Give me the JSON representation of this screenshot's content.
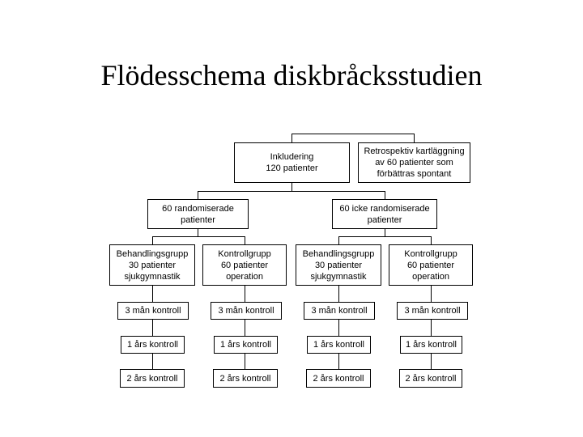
{
  "title": "Flödesschema diskbråcksstudien",
  "flowchart": {
    "inclusion": "Inkludering\n120 patienter",
    "retrospective": "Retrospektiv kartläggning\nav 60 patienter som\nförbättras spontant",
    "randomized": "60 randomiserade\npatienter",
    "non_randomized": "60 icke randomiserade\npatienter",
    "groups": [
      "Behandlingsgrupp\n30 patienter\nsjukgymnastik",
      "Kontrollgrupp\n60 patienter\noperation",
      "Behandlingsgrupp\n30 patienter\nsjukgymnastik",
      "Kontrollgrupp\n60 patienter\noperation"
    ],
    "followups": [
      [
        "3 mån kontroll",
        "1 års kontroll",
        "2 års kontroll"
      ],
      [
        "3 mån kontroll",
        "1 års kontroll",
        "2 års kontroll"
      ],
      [
        "3 mån kontroll",
        "1 års kontroll",
        "2 års kontroll"
      ],
      [
        "3 mån kontroll",
        "1 års kontroll",
        "2 års kontroll"
      ]
    ]
  }
}
